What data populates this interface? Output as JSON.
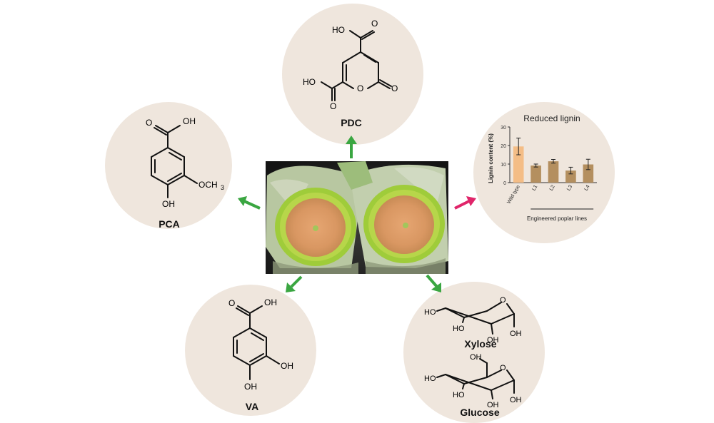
{
  "molecules": {
    "pdc": {
      "name": "PDC",
      "groups": [
        "HO",
        "HO",
        "O",
        "O",
        "O"
      ]
    },
    "pca": {
      "name": "PCA",
      "groups": [
        "O",
        "OH",
        "OCH",
        "3",
        "OH"
      ]
    },
    "va": {
      "name": "VA",
      "groups": [
        "O",
        "OH",
        "OH",
        "OH"
      ]
    },
    "xylose": {
      "name": "Xylose",
      "groups": [
        "HO",
        "HO",
        "OH",
        "O",
        "OH"
      ]
    },
    "glucose": {
      "name": "Glucose",
      "groups": [
        "OH",
        "HO",
        "HO",
        "OH",
        "O",
        "OH"
      ]
    }
  },
  "chart_data": {
    "type": "bar",
    "title": "Reduced lignin",
    "ylabel": "Lignin content (%)",
    "xlabel": "Engineered poplar lines",
    "categories": [
      "Wild type",
      "L1",
      "L2",
      "L3",
      "L4"
    ],
    "values": [
      19.5,
      9.2,
      11.5,
      6.5,
      9.8
    ],
    "errors": [
      4.5,
      0.8,
      1.0,
      1.8,
      2.8
    ],
    "colors": [
      "#f4bd86",
      "#b48f5f",
      "#b48f5f",
      "#b48f5f",
      "#b48f5f"
    ],
    "ylim": [
      0,
      30
    ],
    "yticks": [
      0,
      10,
      20,
      30
    ],
    "bracket_categories": [
      "L1",
      "L2",
      "L3",
      "L4"
    ]
  },
  "arrows": {
    "conversion_color": "#3aa641",
    "reduction_color": "#e0256a"
  }
}
